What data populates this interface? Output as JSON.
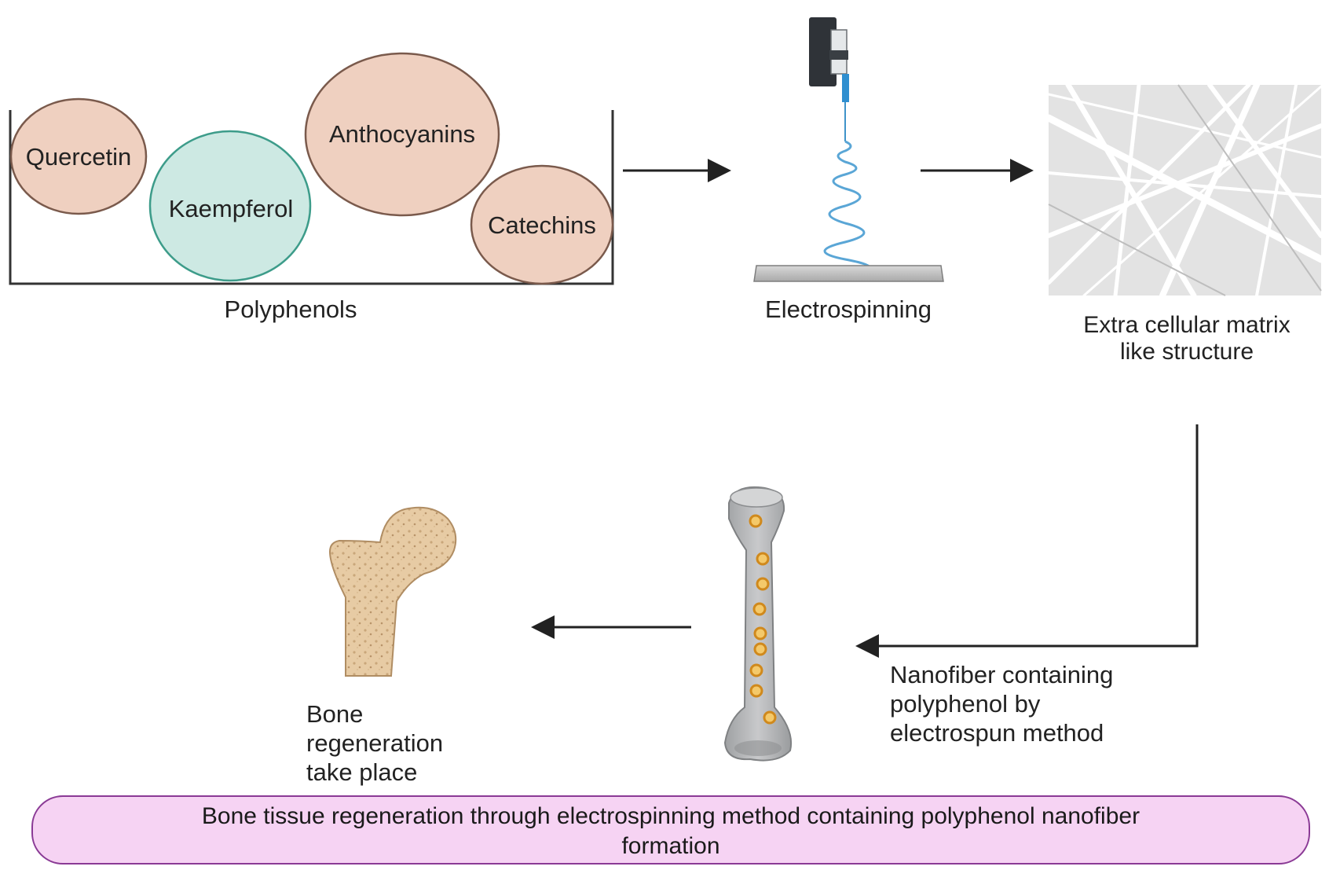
{
  "polyphenols": {
    "items": [
      {
        "label": "Quercetin",
        "color": "#efd0c0"
      },
      {
        "label": "Kaempferol",
        "color": "#cde9e3"
      },
      {
        "label": "Anthocyanins",
        "color": "#efd0c0"
      },
      {
        "label": "Catechins",
        "color": "#efd0c0"
      }
    ],
    "caption": "Polyphenols"
  },
  "electrospinning": {
    "caption": "Electrospinning"
  },
  "ecm": {
    "caption_line1": "Extra cellular matrix",
    "caption_line2": "like structure"
  },
  "nanofiber": {
    "caption_line1": "Nanofiber containing",
    "caption_line2": "polyphenol by",
    "caption_line3": "electrospun method"
  },
  "bone": {
    "caption_line1": "Bone",
    "caption_line2": "regeneration",
    "caption_line3": "take place"
  },
  "footer": {
    "line1": "Bone tissue regeneration through electrospinning method containing polyphenol nanofiber",
    "line2": "formation"
  },
  "colors": {
    "bubble_fill": "#efd0c0",
    "bubble_stroke": "#7a5a4c",
    "teal_fill": "#cde9e3",
    "teal_stroke": "#3d9c8a",
    "caption_fill": "#f6d3f3",
    "caption_stroke": "#8a3a95",
    "implant_dot": "#e6a22b"
  }
}
